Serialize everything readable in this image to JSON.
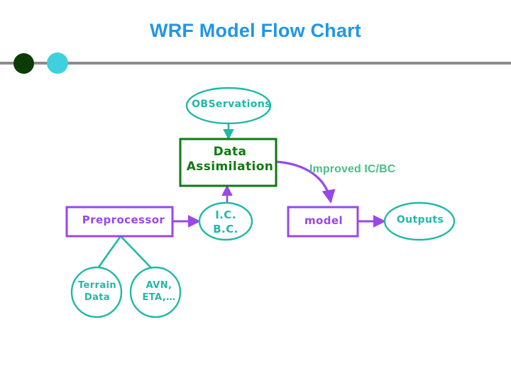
{
  "slide": {
    "title": "WRF Model Flow Chart",
    "background": "#ffffff"
  },
  "decoration": {
    "rule_color": "#8c8c8c",
    "bullets": [
      {
        "name": "dark-green-bullet",
        "color": "#0c3b08"
      },
      {
        "name": "cyan-bullet",
        "color": "#3fd0dd"
      }
    ]
  },
  "palette": {
    "title_blue": "#2196e8",
    "teal": "#21b8a8",
    "dark_green": "#0e7a12",
    "purple": "#9a47e8",
    "label_green": "#4bbd8a",
    "rule_gray": "#8c8c8c"
  },
  "diagram": {
    "type": "flowchart",
    "nodes": [
      {
        "id": "observations",
        "label": "OBServations",
        "shape": "ellipse",
        "color": "#21b8a8"
      },
      {
        "id": "data-assimilation",
        "label_line1": "Data",
        "label_line2": "Assimilation",
        "shape": "rectangle",
        "color": "#0e7a12"
      },
      {
        "id": "preprocessor",
        "label": "Preprocessor",
        "shape": "rectangle",
        "color": "#9a47e8"
      },
      {
        "id": "ic-bc",
        "label_line1": "I.C.",
        "label_line2": "B.C.",
        "shape": "ellipse",
        "color": "#21b8a8"
      },
      {
        "id": "model",
        "label": "model",
        "shape": "rectangle",
        "color": "#9a47e8"
      },
      {
        "id": "outputs",
        "label": "Outputs",
        "shape": "ellipse",
        "color": "#21b8a8"
      },
      {
        "id": "terrain-data",
        "label_line1": "Terrain",
        "label_line2": "Data",
        "shape": "circle",
        "color": "#21b8a8"
      },
      {
        "id": "avn-eta",
        "label_line1": "AVN,",
        "label_line2": "ETA,…",
        "shape": "circle",
        "color": "#21b8a8"
      }
    ],
    "edges": [
      {
        "id": "obs-to-da",
        "from": "observations",
        "to": "data-assimilation",
        "color": "#21b8a8",
        "arrow": true
      },
      {
        "id": "icbc-to-da",
        "from": "ic-bc",
        "to": "data-assimilation",
        "color": "#9a47e8",
        "arrow": true
      },
      {
        "id": "da-to-model",
        "from": "data-assimilation",
        "to": "model",
        "color": "#9a47e8",
        "arrow": true,
        "style": "curved"
      },
      {
        "id": "preprocessor-to-icbc",
        "from": "preprocessor",
        "to": "ic-bc",
        "color": "#9a47e8",
        "arrow": true
      },
      {
        "id": "model-to-outputs",
        "from": "model",
        "to": "outputs",
        "color": "#9a47e8",
        "arrow": true
      },
      {
        "id": "preprocessor-to-terrain",
        "from": "preprocessor",
        "to": "terrain-data",
        "color": "#21b8a8",
        "arrow": false
      },
      {
        "id": "preprocessor-to-avn",
        "from": "preprocessor",
        "to": "avn-eta",
        "color": "#21b8a8",
        "arrow": false
      }
    ],
    "annotations": [
      {
        "id": "improved-icbc",
        "text": "Improved IC/BC",
        "color": "#4bbd8a"
      }
    ]
  }
}
